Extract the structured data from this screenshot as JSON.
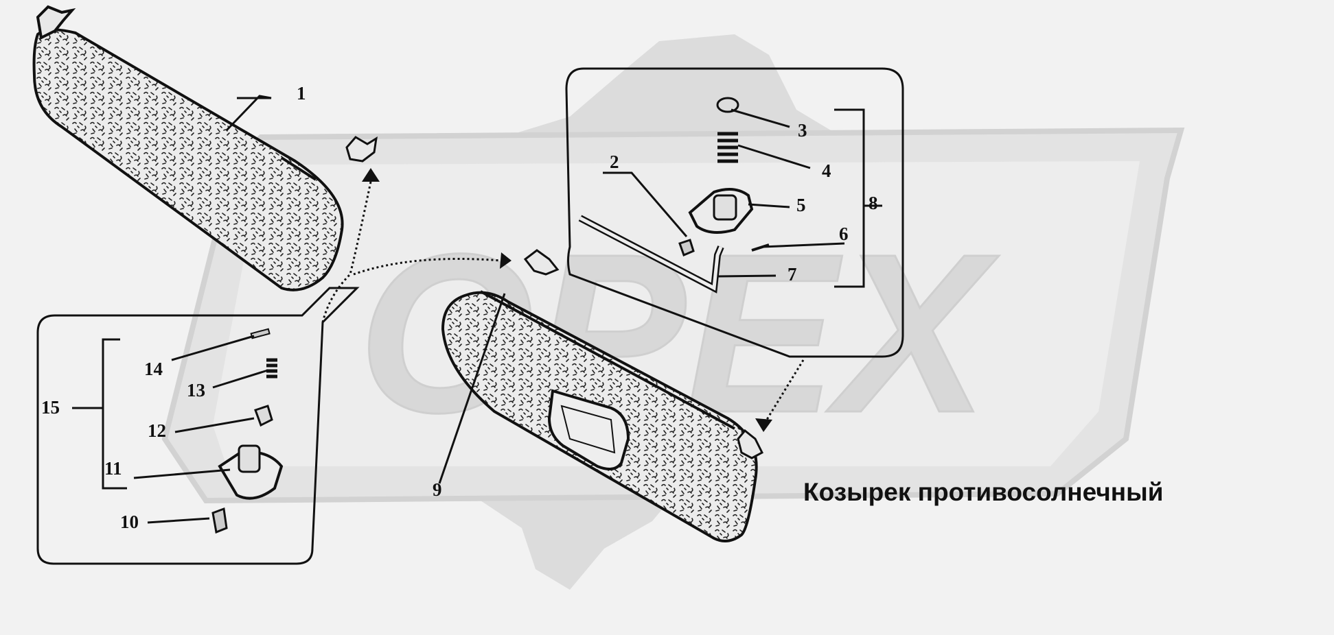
{
  "caption": "Козырек противосолнечный",
  "watermark": {
    "text": "OPEX",
    "color": "#d4d4d4"
  },
  "callouts": [
    "1",
    "2",
    "3",
    "4",
    "5",
    "6",
    "7",
    "8",
    "9",
    "10",
    "11",
    "12",
    "13",
    "14",
    "15"
  ],
  "colors": {
    "ink": "#111111",
    "fill": "#e9e9e9",
    "background": "#f2f2f2"
  }
}
